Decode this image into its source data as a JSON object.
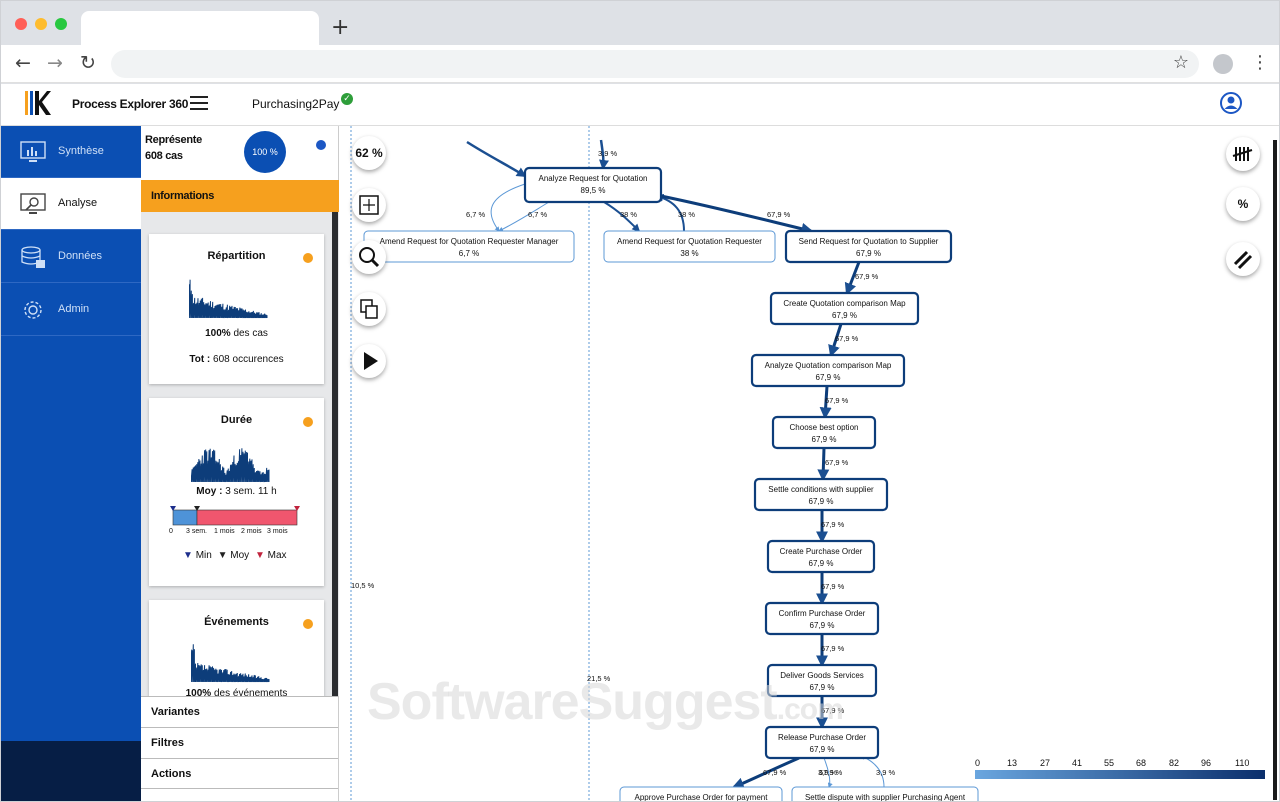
{
  "app": {
    "name": "Process Explorer 360",
    "process": "Purchasing2Pay"
  },
  "nav": {
    "items": [
      {
        "label": "Synthèse",
        "icon": "chart-monitor-icon"
      },
      {
        "label": "Analyse",
        "icon": "analysis-monitor-icon"
      },
      {
        "label": "Données",
        "icon": "database-icon"
      },
      {
        "label": "Admin",
        "icon": "gear-icon"
      }
    ],
    "active": "Analyse"
  },
  "panel": {
    "represente": "Représente",
    "cases": "608 cas",
    "percent": "100 %",
    "informations": "Informations",
    "repartition": {
      "title": "Répartition",
      "pct": "100%",
      "pct_text": "des cas",
      "tot_label": "Tot :",
      "tot_text": "608 occurences"
    },
    "duree": {
      "title": "Durée",
      "moy_label": "Moy :",
      "moy_text": "3 sem. 11 h",
      "axis": [
        "0",
        "3 sem.",
        "1 mois",
        "2 mois",
        "3 mois"
      ],
      "legend_min": "Min",
      "legend_moy": "Moy",
      "legend_max": "Max"
    },
    "evenements": {
      "title": "Événements",
      "pct": "100%",
      "pct_text": "des événements"
    },
    "accordions": [
      "Variantes",
      "Filtres",
      "Actions"
    ]
  },
  "canvas": {
    "zoom": "62 %",
    "tools": [
      "fit-screen-icon",
      "zoom-100-icon",
      "copy-icon",
      "play-icon"
    ],
    "right_tools": [
      "frequency-icon",
      "%",
      "double-slash-icon"
    ],
    "nodes": [
      {
        "id": "n1",
        "label": "Analyze Request for Quotation",
        "pct": "89,5 %"
      },
      {
        "id": "n2",
        "label": "Amend Request for Quotation Requester Manager",
        "pct": "6,7 %"
      },
      {
        "id": "n3",
        "label": "Amend Request for Quotation Requester",
        "pct": "38 %"
      },
      {
        "id": "n4",
        "label": "Send Request for Quotation to Supplier",
        "pct": "67,9 %"
      },
      {
        "id": "n5",
        "label": "Create Quotation comparison Map",
        "pct": "67,9 %"
      },
      {
        "id": "n6",
        "label": "Analyze Quotation comparison Map",
        "pct": "67,9 %"
      },
      {
        "id": "n7",
        "label": "Choose best option",
        "pct": "67,9 %"
      },
      {
        "id": "n8",
        "label": "Settle conditions with supplier",
        "pct": "67,9 %"
      },
      {
        "id": "n9",
        "label": "Create Purchase Order",
        "pct": "67,9 %"
      },
      {
        "id": "n10",
        "label": "Confirm Purchase Order",
        "pct": "67,9 %"
      },
      {
        "id": "n11",
        "label": "Deliver Goods Services",
        "pct": "67,9 %"
      },
      {
        "id": "n12",
        "label": "Release Purchase Order",
        "pct": "67,9 %"
      },
      {
        "id": "n13",
        "label": "Approve Purchase Order for payment",
        "pct": ""
      },
      {
        "id": "n14",
        "label": "Settle dispute with supplier Purchasing Agent",
        "pct": ""
      }
    ],
    "edge_labels": [
      {
        "id": "e1",
        "text": "3,9 %"
      },
      {
        "id": "e2",
        "text": "6,7 %"
      },
      {
        "id": "e3",
        "text": "6,7 %"
      },
      {
        "id": "e4",
        "text": "38 %"
      },
      {
        "id": "e5",
        "text": "38 %"
      },
      {
        "id": "e6",
        "text": "67,9 %"
      },
      {
        "id": "e7",
        "text": "67,9 %"
      },
      {
        "id": "e8",
        "text": "67,9 %"
      },
      {
        "id": "e9",
        "text": "67,9 %"
      },
      {
        "id": "e10",
        "text": "67,9 %"
      },
      {
        "id": "e11",
        "text": "67,9 %"
      },
      {
        "id": "e12",
        "text": "67,9 %"
      },
      {
        "id": "e13",
        "text": "67,9 %"
      },
      {
        "id": "e14",
        "text": "67,9 %"
      },
      {
        "id": "e15",
        "text": "67,9 %"
      },
      {
        "id": "e16",
        "text": "67,9 %"
      },
      {
        "id": "e17",
        "text": "3,9 %"
      },
      {
        "id": "e18",
        "text": "3,9 %"
      },
      {
        "id": "e19",
        "text": "10,5 %"
      },
      {
        "id": "e20",
        "text": "21,5 %"
      }
    ],
    "legend": [
      "0",
      "13",
      "27",
      "41",
      "55",
      "68",
      "82",
      "96",
      "110"
    ]
  },
  "watermark": {
    "main": "SoftwareSuggest",
    "suffix": ".com"
  },
  "colors": {
    "primary": "#0b4fb3",
    "accent": "#f6a01e",
    "node_border": "#0d3d7a",
    "danger": "#f0566e"
  }
}
